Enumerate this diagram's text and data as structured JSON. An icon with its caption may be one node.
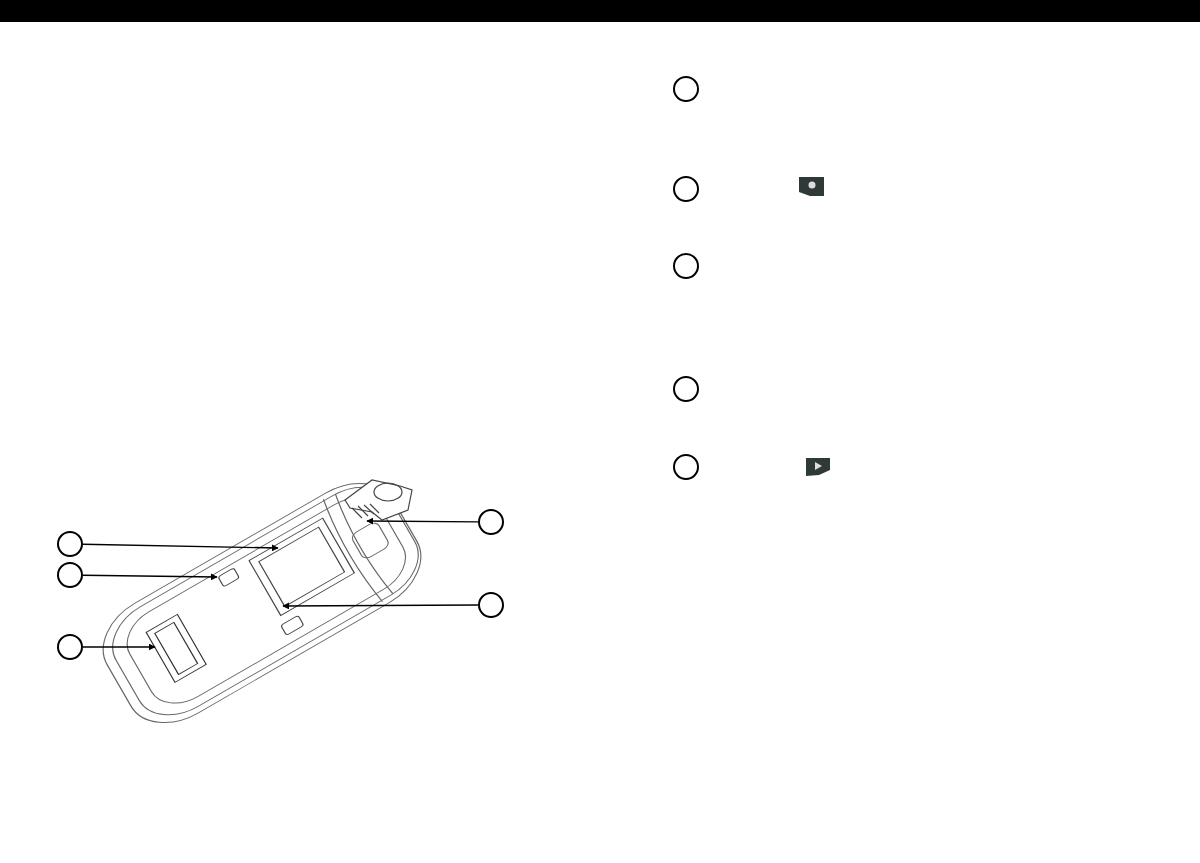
{
  "diagram": {
    "nodes": [
      {
        "text": [],
        "shape": "circle"
      },
      {
        "text": [],
        "shape": "circle"
      },
      {
        "text": [],
        "shape": "circle"
      },
      {
        "text": [],
        "shape": "circle"
      },
      {
        "text": [],
        "shape": "circle"
      },
      {
        "text": [],
        "shape": "circle"
      },
      {
        "text": [],
        "shape": "circle"
      },
      {
        "text": [],
        "shape": "circle"
      },
      {
        "text": [],
        "shape": "circle"
      },
      {
        "text": [],
        "shape": "circle"
      }
    ],
    "edges": [
      {
        "from": 0,
        "to": null,
        "arrow": "to"
      },
      {
        "from": 1,
        "to": null,
        "arrow": "to"
      },
      {
        "from": 2,
        "to": null,
        "arrow": "to"
      },
      {
        "from": 3,
        "to": null,
        "arrow": "to"
      },
      {
        "from": 4,
        "to": null,
        "arrow": "to"
      }
    ]
  }
}
